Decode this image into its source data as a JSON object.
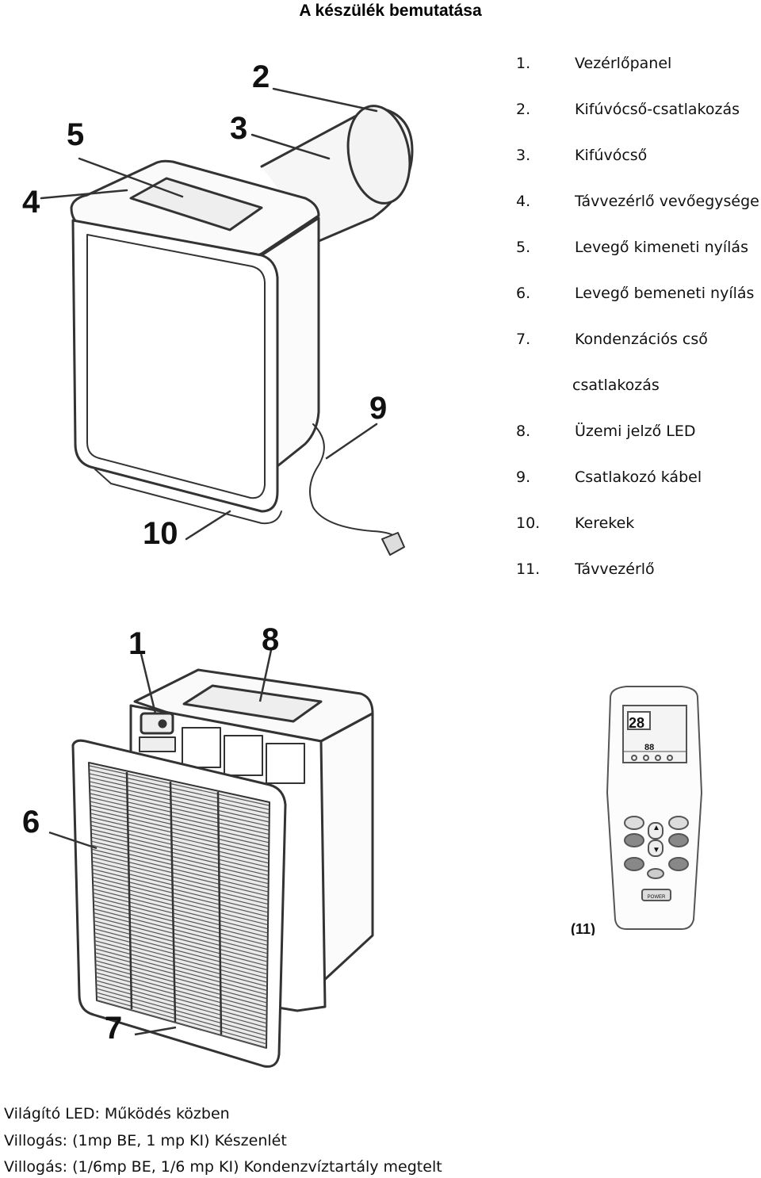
{
  "header": {
    "title": "A készülék bemutatása"
  },
  "legend": {
    "items": [
      {
        "num": "1.",
        "label": "Vezérlőpanel"
      },
      {
        "num": "2.",
        "label": "Kifúvócső-csatlakozás"
      },
      {
        "num": "3.",
        "label": "Kifúvócső"
      },
      {
        "num": "4.",
        "label": "Távvezérlő vevőegysége"
      },
      {
        "num": "5.",
        "label": "Levegő kimeneti nyílás"
      },
      {
        "num": "6.",
        "label": "Levegő bemeneti nyílás"
      },
      {
        "num": "7.",
        "label": "Kondenzációs cső"
      },
      {
        "num": "8.",
        "label": "Üzemi jelző LED"
      },
      {
        "num": "9.",
        "label": "Csatlakozó kábel"
      },
      {
        "num": "10.",
        "label": "Kerekek"
      },
      {
        "num": "11.",
        "label": "Távvezérlő"
      }
    ],
    "item7_continuation": "csatlakozás"
  },
  "figure_top": {
    "callouts": {
      "c2": "2",
      "c3": "3",
      "c4": "4",
      "c5": "5",
      "c9": "9",
      "c10": "10"
    }
  },
  "figure_bottom": {
    "callouts": {
      "c1": "1",
      "c6": "6",
      "c7": "7",
      "c8": "8",
      "c11": "(11)"
    },
    "remote": {
      "display_temp": "28",
      "display_timer": "88",
      "power_label": "POWER"
    }
  },
  "footer": {
    "lines": [
      "Világító LED: Működés közben",
      "Villogás: (1mp BE, 1 mp KI) Készenlét",
      "Villogás: (1/6mp BE, 1/6 mp KI) Kondenzvíztartály megtelt"
    ]
  }
}
